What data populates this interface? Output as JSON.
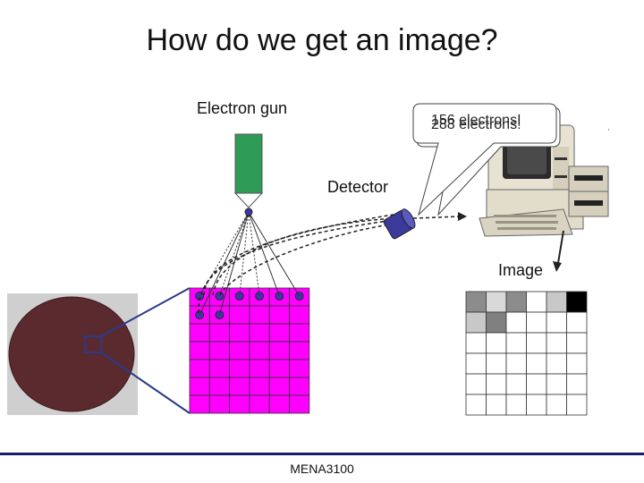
{
  "slide": {
    "title": "How do we get an image?",
    "footer": "MENA3100"
  },
  "labels": {
    "electron_gun": "Electron gun",
    "detector": "Detector",
    "image": "Image"
  },
  "callout": {
    "text_front": "156 electrons!",
    "text_back": "288 electrons!"
  },
  "image_grid": {
    "rows": 6,
    "cols": 6,
    "filled_cells": [
      {
        "row": 0,
        "col": 0,
        "shade": "#8c8c8c"
      },
      {
        "row": 0,
        "col": 1,
        "shade": "#d9d9d9"
      },
      {
        "row": 0,
        "col": 2,
        "shade": "#8c8c8c"
      },
      {
        "row": 0,
        "col": 3,
        "shade": "#ffffff"
      },
      {
        "row": 0,
        "col": 4,
        "shade": "#c8c8c8"
      },
      {
        "row": 0,
        "col": 5,
        "shade": "#000000"
      },
      {
        "row": 1,
        "col": 0,
        "shade": "#c8c8c8"
      },
      {
        "row": 1,
        "col": 1,
        "shade": "#808080"
      }
    ]
  },
  "sample_grid": {
    "rows": 7,
    "cols": 6
  },
  "colors": {
    "sample_grid": "#ff00ff",
    "beam_dot": "#3a3aa6",
    "gun_body": "#2e9b57",
    "detector": "#3a3a9a",
    "footer_bar": "#1a1a6e",
    "specimen": "#5b2a2e"
  }
}
